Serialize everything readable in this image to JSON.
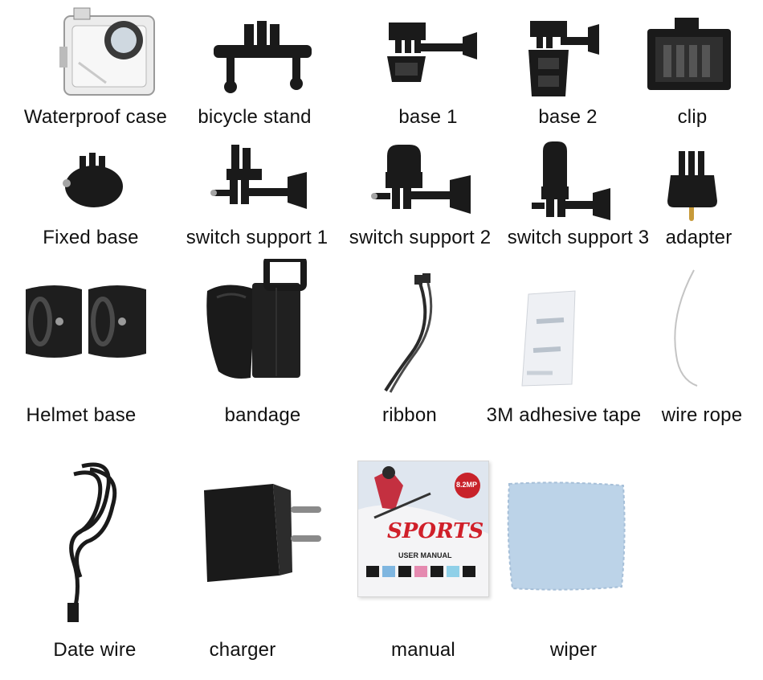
{
  "items": [
    {
      "label": "Waterproof case",
      "icon": "waterproof-case-icon"
    },
    {
      "label": "bicycle stand",
      "icon": "bicycle-stand-icon"
    },
    {
      "label": "base 1",
      "icon": "base-1-icon"
    },
    {
      "label": "base 2",
      "icon": "base-2-icon"
    },
    {
      "label": "clip",
      "icon": "clip-icon"
    },
    {
      "label": "Fixed base",
      "icon": "fixed-base-icon"
    },
    {
      "label": "switch support 1",
      "icon": "switch-support-1-icon"
    },
    {
      "label": "switch support 2",
      "icon": "switch-support-2-icon"
    },
    {
      "label": "switch support 3",
      "icon": "switch-support-3-icon"
    },
    {
      "label": "adapter",
      "icon": "adapter-icon"
    },
    {
      "label": "Helmet base",
      "icon": "helmet-base-icon"
    },
    {
      "label": "bandage",
      "icon": "bandage-icon"
    },
    {
      "label": "ribbon",
      "icon": "ribbon-icon"
    },
    {
      "label": "3M adhesive tape",
      "icon": "adhesive-tape-icon"
    },
    {
      "label": "wire rope",
      "icon": "wire-rope-icon"
    },
    {
      "label": "Date wire",
      "icon": "data-wire-icon"
    },
    {
      "label": "charger",
      "icon": "charger-icon"
    },
    {
      "label": "manual",
      "icon": "manual-icon"
    },
    {
      "label": "wiper",
      "icon": "wiper-icon"
    }
  ],
  "manual_cover": {
    "title": "SPORTS",
    "subtitle": "USER MANUAL",
    "badge": "8.2MP"
  },
  "colors": {
    "background": "#ffffff",
    "accessory": "#1a1a1a",
    "wiper": "#bcd3e8",
    "manual_badge": "#c8222a"
  }
}
